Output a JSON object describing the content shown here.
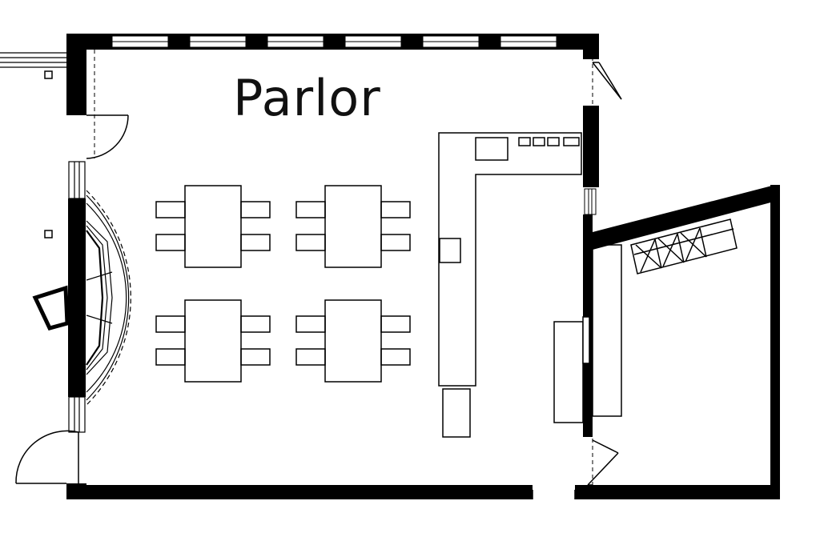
{
  "room": {
    "name": "Parlor"
  },
  "colors": {
    "wall": "#000000",
    "line": "#000000",
    "background": "#ffffff"
  },
  "furniture": {
    "dining_tables": 4,
    "chairs_per_table": 4
  }
}
